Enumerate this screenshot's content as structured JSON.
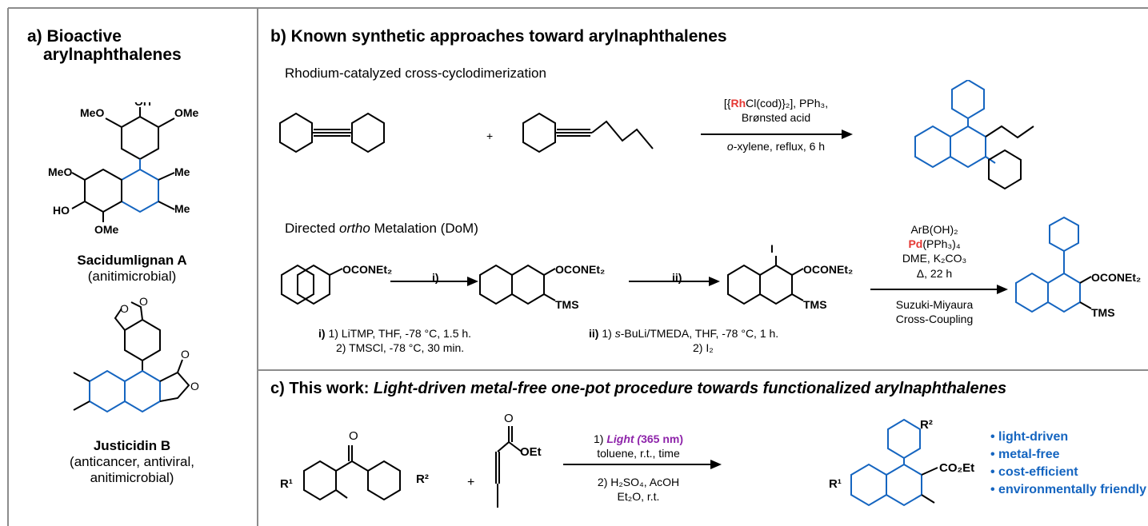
{
  "panel_a": {
    "title_line1": "a) Bioactive",
    "title_line2": "arylnaphthalenes",
    "compound1": {
      "name": "Sacidumlignan A",
      "activity": "(anitimicrobial)",
      "groups": {
        "oh_top": "OH",
        "meo_left": "MeO",
        "ome_right": "OMe",
        "meo_mid": "MeO",
        "me1": "Me",
        "ho": "HO",
        "me2": "Me",
        "ome_bottom": "OMe"
      }
    },
    "compound2": {
      "name": "Justicidin B",
      "activity_line1": "(anticancer, antiviral,",
      "activity_line2": "anitimicrobial)",
      "groups": {
        "o1": "O",
        "o2": "O",
        "o_carbonyl": "O",
        "o_ring": "O"
      }
    }
  },
  "panel_b": {
    "title": "b) Known synthetic approaches toward arylnaphthalenes",
    "route1": {
      "title": "Rhodium-catalyzed cross-cyclodimerization",
      "plus": "+",
      "cond_prefix": "[{",
      "cond_metal": "Rh",
      "cond_suffix": "Cl(cod)}₂], PPh₃,",
      "cond_line2": "Brønsted acid",
      "cond_below_italic": "o",
      "cond_below": "-xylene, reflux, 6 h"
    },
    "route2": {
      "title_pre": "Directed ",
      "title_it": "ortho",
      "title_post": " Metalation (DoM)",
      "sm_group": "OCONEt₂",
      "step1_label": "i)",
      "int1_group": "OCONEt₂",
      "int1_tms": "TMS",
      "step2_label": "ii)",
      "int2_i": "I",
      "int2_group": "OCONEt₂",
      "int2_tms": "TMS",
      "suzuki_line1": "ArB(OH)₂",
      "suzuki_metal": "Pd",
      "suzuki_metal_suffix": "(PPh₃)₄",
      "suzuki_line3": "DME, K₂CO₃",
      "suzuki_line4": "Δ, 22 h",
      "suzuki_name1": "Suzuki-Miyaura",
      "suzuki_name2": "Cross-Coupling",
      "prod_group": "OCONEt₂",
      "prod_tms": "TMS",
      "note_i_bold": "i)",
      "note_i_line1": " 1) LiTMP,  THF, -78 °C, 1.5 h.",
      "note_i_line2": "2) TMSCl, -78 °C, 30 min.",
      "note_ii_bold": "ii)",
      "note_ii_pre": " 1) ",
      "note_ii_it": "s",
      "note_ii_line1": "-BuLi/TMEDA, THF, -78 °C, 1 h.",
      "note_ii_line2": "2) I₂"
    }
  },
  "panel_c": {
    "title_plain": "c) This work: ",
    "title_italic": "Light-driven metal-free one-pot procedure towards functionalized arylnaphthalenes",
    "sm_r1": "R¹",
    "sm_r2": "R²",
    "sm_o": "O",
    "plus": "+",
    "allene_o": "O",
    "allene_oet": "OEt",
    "cond1_pre": "1) ",
    "cond1_light": "Light (",
    "cond1_wave": "365 nm)",
    "cond1_line2": "toluene, r.t., time",
    "cond2_line1": "2) H₂SO₄, AcOH",
    "cond2_line2": "Et₂O, r.t.",
    "prod_r2": "R²",
    "prod_r1": "R¹",
    "prod_co2et": "CO₂Et",
    "bullets": [
      "light-driven",
      "metal-free",
      "cost-efficient",
      "environmentally friendly"
    ]
  },
  "colors": {
    "blue": "#1565c0",
    "red": "#e53935",
    "purple": "#8e24aa",
    "border": "#8c8c8c"
  }
}
